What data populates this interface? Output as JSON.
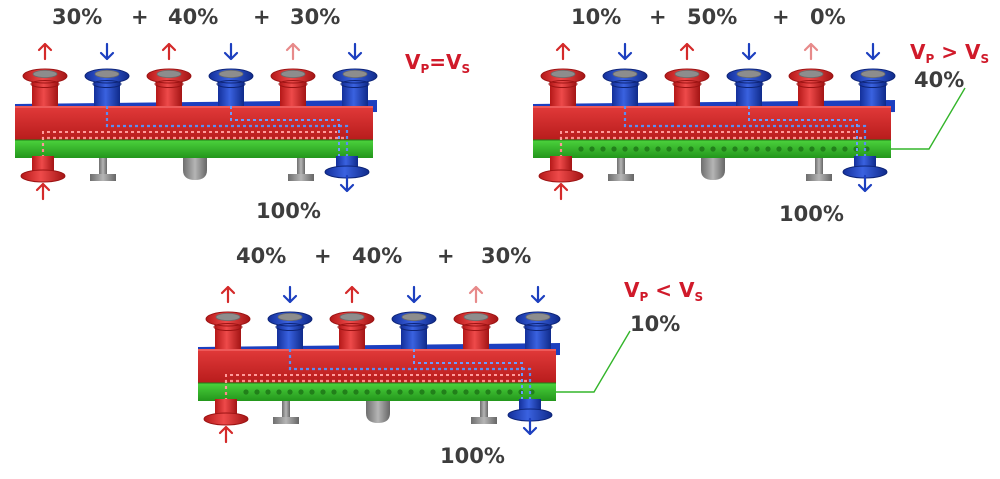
{
  "colors": {
    "primary_red": "#d42a2a",
    "secondary_blue": "#1c3fbf",
    "bypass_green": "#33b52a",
    "support_grey": "#8a8a8a",
    "label_text": "#3d3d3d",
    "equation_red": "#d01a2a"
  },
  "diagrams": [
    {
      "id": "balanced",
      "pipe_labels": [
        "30%",
        "40%",
        "30%"
      ],
      "plus_sign": "+",
      "condition": {
        "v": "V",
        "p": "P",
        "op": "=",
        "s": "S"
      },
      "total_label": "100%",
      "bypass_label": "",
      "bypass_flow": false
    },
    {
      "id": "primary-greater",
      "pipe_labels": [
        "10%",
        "50%",
        "0%"
      ],
      "plus_sign": "+",
      "condition": {
        "v": "V",
        "p": "P",
        "op": ">",
        "s": "S"
      },
      "total_label": "100%",
      "bypass_label": "40%",
      "bypass_flow": true
    },
    {
      "id": "primary-less",
      "pipe_labels": [
        "40%",
        "40%",
        "30%"
      ],
      "plus_sign": "+",
      "condition": {
        "v": "V",
        "p": "P",
        "op": "<",
        "s": "S"
      },
      "total_label": "100%",
      "bypass_label": "10%",
      "bypass_flow": true
    }
  ]
}
